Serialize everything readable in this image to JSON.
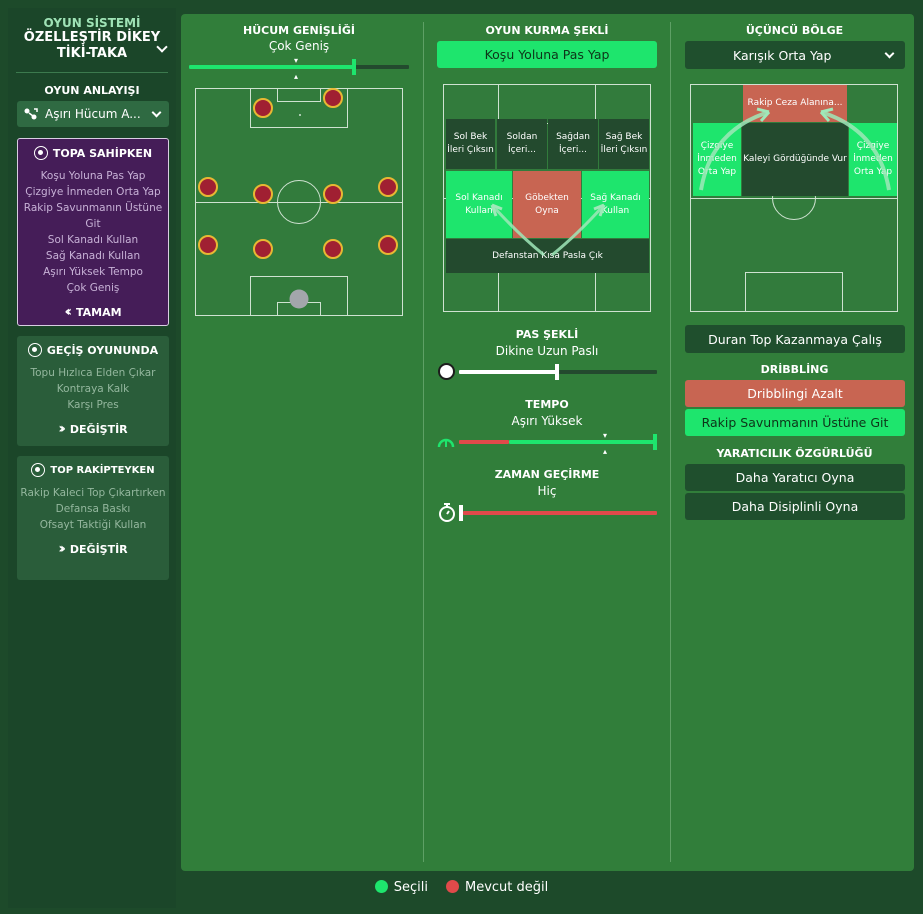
{
  "sidebar": {
    "system_label": "OYUN SİSTEMİ",
    "system_name_line1": "ÖZELLEŞTİR DİKEY",
    "system_name_line2": "TİKİ-TAKA",
    "mentality_label": "OYUN ANLAYIŞI",
    "mentality_value": "Aşırı Hücum A...",
    "in_possession": {
      "title": "TOPA SAHİPKEN",
      "items": [
        "Koşu Yoluna Pas Yap",
        "Çizgiye İnmeden Orta Yap",
        "Rakip Savunmanın Üstüne Git",
        "Sol Kanadı Kullan",
        "Sağ Kanadı Kullan",
        "Aşırı Yüksek Tempo",
        "Çok Geniş"
      ],
      "button": "TAMAM"
    },
    "in_transition": {
      "title": "GEÇİŞ OYUNUNDA",
      "items": [
        "Topu Hızlıca Elden Çıkar",
        "Kontraya Kalk",
        "Karşı Pres"
      ],
      "button": "DEĞİŞTİR"
    },
    "out_of_possession": {
      "title": "TOP RAKİPTEYKEN",
      "items": [
        "Rakip Kaleci Top Çıkartırken Defansa Baskı",
        "Ofsayt Taktiği Kullan"
      ],
      "button": "DEĞİŞTİR"
    }
  },
  "width": {
    "title": "HÜCUM GENİŞLİĞİ",
    "value": "Çok Geniş",
    "level": 0.75
  },
  "buildup": {
    "title": "OYUN KURMA ŞEKLİ",
    "selected": "Koşu Yoluna Pas Yap",
    "zones": {
      "lb_forward": "Sol Bek İleri Çıksın",
      "left_inside": "Soldan İçeri...",
      "right_inside": "Sağdan İçeri...",
      "rb_forward": "Sağ Bek İleri Çıksın",
      "left_flank": "Sol Kanadı Kullan",
      "center": "Göbekten Oyna",
      "right_flank": "Sağ Kanadı Kullan",
      "short": "Defanstan Kısa Pasla Çık"
    }
  },
  "passing": {
    "title": "PAS ŞEKLİ",
    "value": "Dikine Uzun Paslı",
    "level": 0.5
  },
  "tempo": {
    "title": "TEMPO",
    "value": "Aşırı Yüksek",
    "level": 1.0
  },
  "timewasting": {
    "title": "ZAMAN GEÇİRME",
    "value": "Hiç",
    "level": 0.0
  },
  "final_third": {
    "title": "ÜÇÜNCÜ BÖLGE",
    "dropdown": "Karışık Orta Yap",
    "zones": {
      "box": "Rakip Ceza Alanına...",
      "left": "Çizgiye İnmeden Orta Yap",
      "shoot": "Kaleyi Gördüğünde Vur",
      "right": "Çizgiye İnmeden Orta Yap"
    },
    "set_piece": "Duran Top Kazanmaya Çalış"
  },
  "dribbling": {
    "title": "DRİBBLİNG",
    "opt1": "Dribblingi Azalt",
    "opt2": "Rakip Savunmanın Üstüne Git"
  },
  "creative": {
    "title": "YARATICILIK ÖZGÜRLÜĞÜ",
    "opt1": "Daha Yaratıcı Oyna",
    "opt2": "Daha Disiplinli Oyna"
  },
  "legend": {
    "selected": "Seçili",
    "unavailable": "Mevcut değil"
  },
  "colors": {
    "selected": "#1ee56d",
    "unavailable": "#e04a4a",
    "player": "#a02032",
    "player_ring": "#e8b833"
  }
}
